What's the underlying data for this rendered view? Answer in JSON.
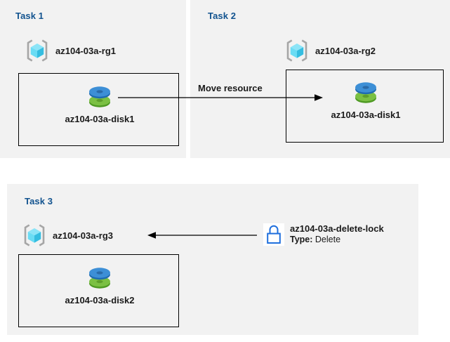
{
  "diagram": {
    "title_color": "#12538f",
    "panel_bg": "#f2f2f2",
    "icons": {
      "resource_group": "resource-group-icon",
      "disk": "managed-disk-icon",
      "lock": "lock-icon"
    }
  },
  "tasks": [
    {
      "label": "Task 1",
      "resource_group": "az104-03a-rg1",
      "resource": "az104-03a-disk1"
    },
    {
      "label": "Task 2",
      "resource_group": "az104-03a-rg2",
      "resource": "az104-03a-disk1"
    },
    {
      "label": "Task 3",
      "resource_group": "az104-03a-rg3",
      "resource": "az104-03a-disk2"
    }
  ],
  "connectors": {
    "move_resource_label": "Move resource"
  },
  "lock": {
    "name": "az104-03a-delete-lock",
    "type_label": "Type:",
    "type_value": "Delete",
    "accent": "#1f6fdd"
  }
}
